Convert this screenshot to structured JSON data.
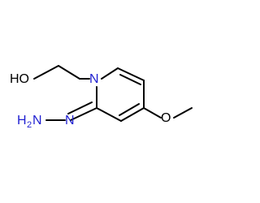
{
  "molecule": {
    "labels": {
      "hydroxyl": "HO",
      "ring_nitrogen": "N",
      "hydrazone_prefix": "H",
      "hydrazone_subscript": "2",
      "hydrazone_suffix": "N",
      "imine_n": "N",
      "methoxy_oxygen": "O"
    }
  },
  "colors": {
    "bond": "#000000",
    "nitrogen": "#1f1fd1",
    "oxygen": "#000000"
  }
}
